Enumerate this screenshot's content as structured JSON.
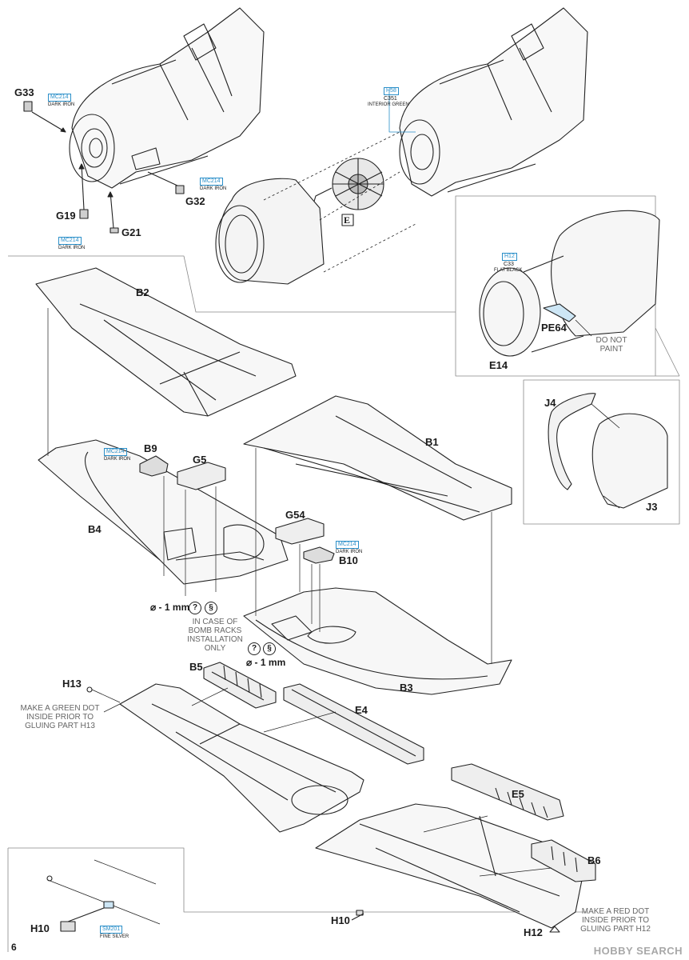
{
  "page": {
    "number": "6",
    "watermark": "HOBBY SEARCH"
  },
  "parts": {
    "g33": "G33",
    "g32": "G32",
    "g19": "G19",
    "g21": "G21",
    "e": "E",
    "e14": "E14",
    "pe64": "PE64",
    "j4": "J4",
    "j3": "J3",
    "b2": "B2",
    "b1": "B1",
    "b4": "B4",
    "b3": "B3",
    "b9": "B9",
    "g5": "G5",
    "g54": "G54",
    "b10": "B10",
    "b5": "B5",
    "e4": "E4",
    "e5": "E5",
    "b6": "B6",
    "h13": "H13",
    "h12": "H12",
    "h10a": "H10",
    "h10b": "H10"
  },
  "paints": {
    "g33": {
      "code": "MC214",
      "name": "DARK IRON"
    },
    "g32": {
      "code": "MC214",
      "name": "DARK IRON"
    },
    "g21": {
      "code": "MC214",
      "name": "DARK IRON"
    },
    "engine": {
      "code": "H58",
      "code2": "C351",
      "name": "INTERIOR GREEN"
    },
    "cowl": {
      "code": "H12",
      "code2": "C33",
      "name": "FLAT BLACK"
    },
    "b9": {
      "code": "MC214",
      "name": "DARK IRON"
    },
    "b10": {
      "code": "MC214",
      "name": "DARK IRON"
    },
    "h10": {
      "code": "SM201",
      "name": "FINE SILVER"
    }
  },
  "notes": {
    "do_not_paint": "DO NOT PAINT",
    "bomb_racks": "IN CASE OF BOMB RACKS INSTALLATION ONLY",
    "drill_1": "⌀ - 1 mm",
    "drill_2": "⌀ - 1 mm",
    "green_dot": "MAKE A GREEN DOT INSIDE PRIOR TO GLUING PART H13",
    "red_dot": "MAKE A RED DOT INSIDE PRIOR TO GLUING PART H12"
  },
  "symbols": {
    "question": "?",
    "drill": "§"
  }
}
